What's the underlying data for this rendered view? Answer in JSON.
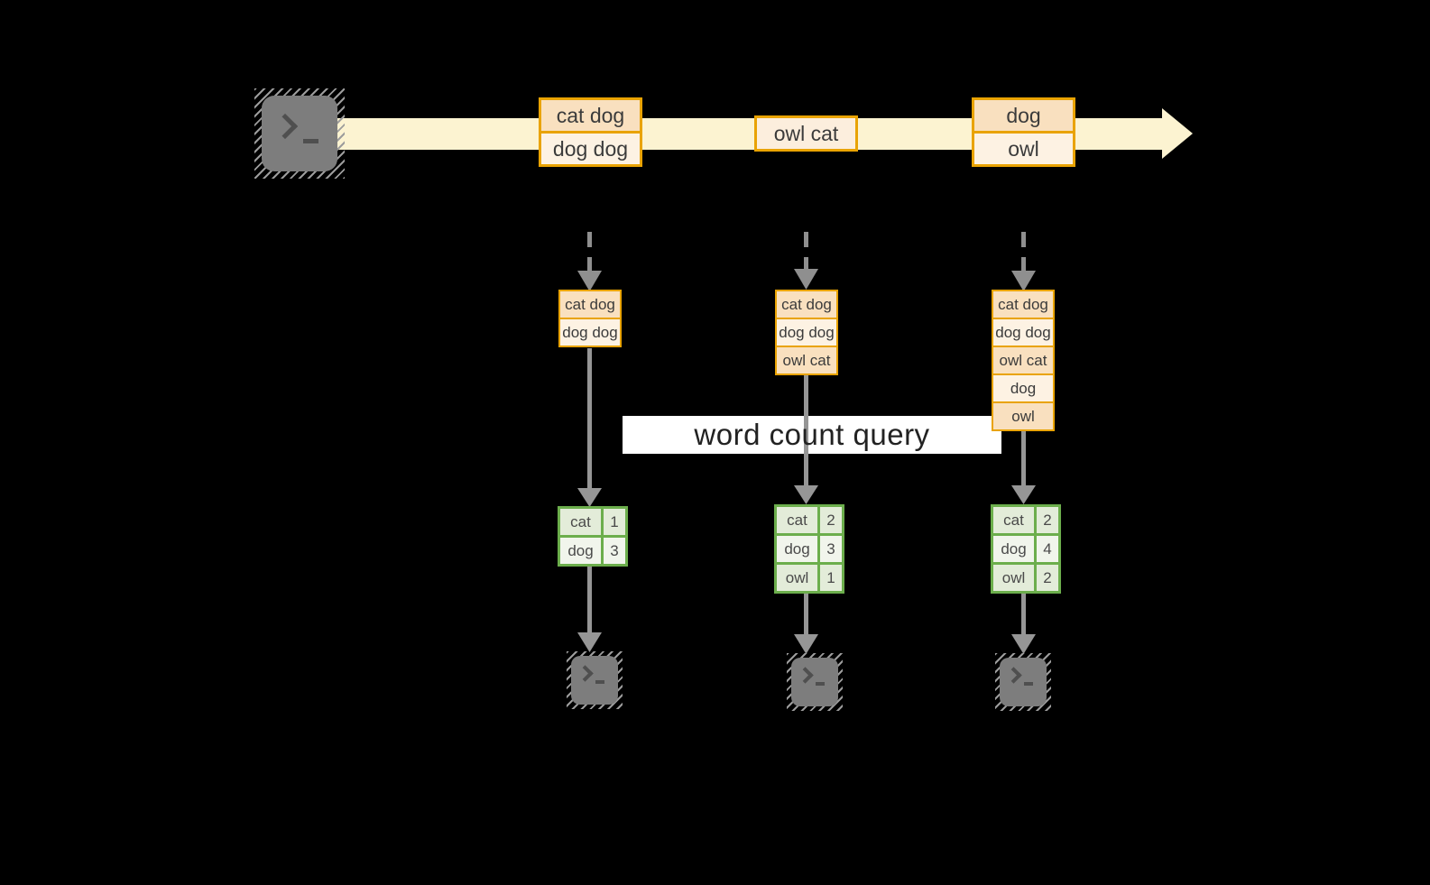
{
  "query_label": "word count query",
  "icons": {
    "source": "terminal-icon",
    "sinks": [
      "terminal-icon",
      "terminal-icon",
      "terminal-icon"
    ]
  },
  "colors": {
    "background": "#000000",
    "stream_band": "#fcf3d1",
    "orange_border": "#e9a302",
    "peach_cell": "#f9e0bf",
    "cream_cell": "#fdf2e3",
    "green_border": "#6cae4c",
    "sage_dark": "#e3ecd9",
    "sage_light": "#f1f5ec",
    "arrow_gray": "#969696",
    "terminal_gray": "#7d7d7d",
    "label_bg": "#ffffff"
  },
  "stream": {
    "batches": [
      {
        "rows": [
          "cat dog",
          "dog dog"
        ]
      },
      {
        "rows": [
          "owl cat"
        ]
      },
      {
        "rows": [
          "dog",
          "owl"
        ]
      }
    ]
  },
  "columns": [
    {
      "state_rows": [
        "cat dog",
        "dog dog"
      ],
      "counts": [
        [
          "cat",
          "1"
        ],
        [
          "dog",
          "3"
        ]
      ]
    },
    {
      "state_rows": [
        "cat dog",
        "dog dog",
        "owl cat"
      ],
      "counts": [
        [
          "cat",
          "2"
        ],
        [
          "dog",
          "3"
        ],
        [
          "owl",
          "1"
        ]
      ]
    },
    {
      "state_rows": [
        "cat dog",
        "dog dog",
        "owl cat",
        "dog",
        "owl"
      ],
      "counts": [
        [
          "cat",
          "2"
        ],
        [
          "dog",
          "4"
        ],
        [
          "owl",
          "2"
        ]
      ]
    }
  ]
}
